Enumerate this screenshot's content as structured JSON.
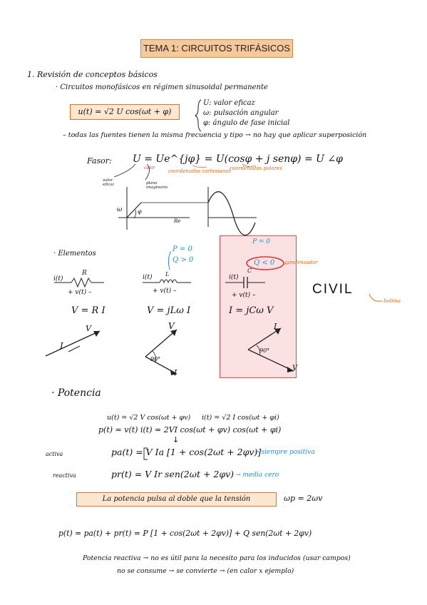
{
  "title": "TEMA 1: CIRCUITOS TRIFÁSICOS",
  "section1": {
    "heading": "1. Revisión de conceptos básicos",
    "sub": "· Circuitos monofásicos en régimen sinusoidal permanente",
    "formula": "u(t) = √2 U cos(ωt + φ)",
    "legend": [
      "U: valor eficaz",
      "ω: pulsación angular",
      "φ: ángulo de fase inicial"
    ],
    "note": "– todas las fuentes tienen la misma frecuencia y tipo → no hay que aplicar superposición"
  },
  "fasor": {
    "label": "Fasor:",
    "expression": "U = Ue^{jφ} = U(cosφ + j senφ) = U ∠φ",
    "ann_valor_eficaz": "valor eficaz",
    "ann_plano": "plano imaginario",
    "ann_cartesianas": "coordenadas cartesianas",
    "ann_polares": "coordenadas polares",
    "ann_calor": "calor",
    "plot_w": "ω",
    "plot_phi": "φ",
    "plot_re": "Re"
  },
  "elementos": {
    "heading": "· Elementos",
    "resistor": {
      "current": "i(t)",
      "name": "R",
      "voltage": "+ v(t) –",
      "law": "V = R I",
      "phasor_v": "V",
      "phasor_i": "I"
    },
    "inductor": {
      "current": "i(t)",
      "name": "L",
      "voltage": "+ v(t) –",
      "law": "V = jLω I",
      "p": "P = 0",
      "q": "Q > 0",
      "phasor_v": "V",
      "phasor_i": "I",
      "angle": "90°"
    },
    "capacitor": {
      "current": "i(t)",
      "name": "C",
      "voltage": "+ v(t) –",
      "law": "I = jCω V",
      "p": "P = 0",
      "q": "Q < 0",
      "condensador": "condensador",
      "phasor_v": "V",
      "phasor_i": "I",
      "angle": "90°"
    },
    "civil": "CIVIL",
    "bobina": "bobina"
  },
  "potencia": {
    "heading": "· Potencia",
    "u_eq": "u(t) = √2 V cos(ωt + φv)",
    "i_eq": "i(t) = √2 I cos(ωt + φi)",
    "p_eq": "p(t) = v(t) i(t) = 2VI cos(ωt + φv) cos(ωt + φi)",
    "arrow": "↓",
    "activa_label": "activa",
    "activa_eq": "pa(t) = V Ia [1 + cos(2ωt + 2φv)]",
    "activa_note": "→ siempre positiva",
    "reactiva_label": "reactiva",
    "reactiva_eq": "pr(t) = V Ir sen(2ωt + 2φv)",
    "reactiva_note": "→ media cero",
    "box": "La potencia pulsa al doble que la tensión",
    "omega_p": "ωp = 2ωv",
    "total": "p(t) = pa(t) + pr(t) = P [1 + cos(2ωt + 2φv)] + Q sen(2ωt + 2φv)",
    "reactiva_line1": "Potencia reactiva → no es útil para la necesito para los inducidos (usar campos)",
    "reactiva_line2": "no se consume → se convierte → (en calor x ejemplo)"
  }
}
